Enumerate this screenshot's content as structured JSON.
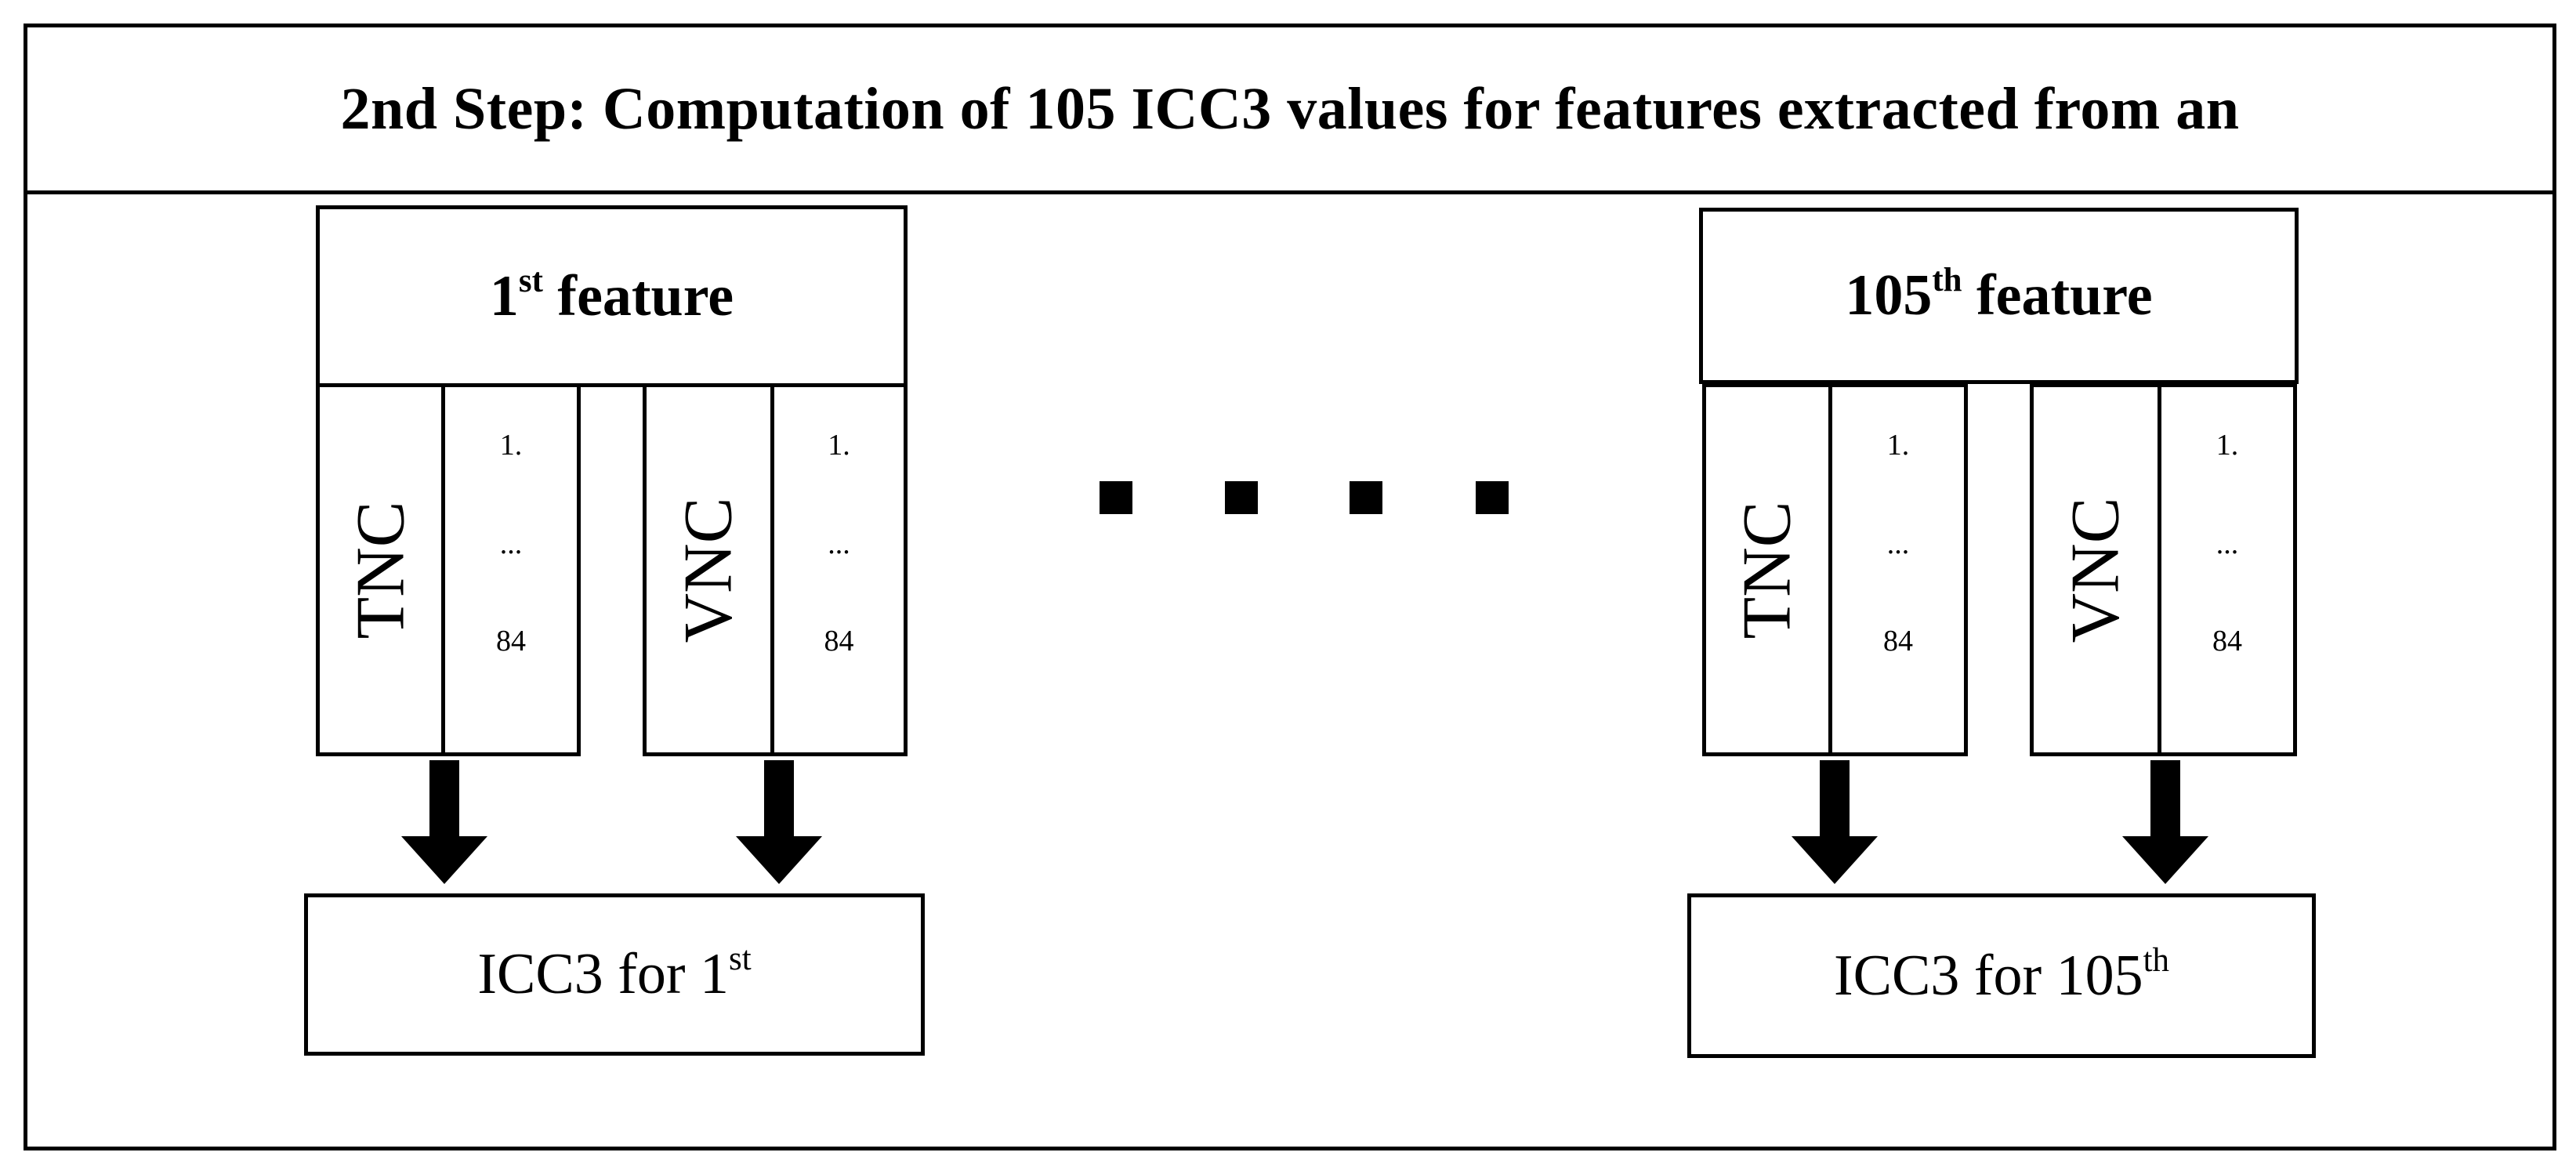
{
  "title": "2nd Step: Computation of 105 ICC3 values for features extracted from an",
  "feature_blocks": [
    {
      "header_num": "1",
      "header_sup": "st",
      "header_word": "feature",
      "groups": [
        {
          "label": "TNC",
          "rows": [
            "1.",
            "...",
            "84"
          ]
        },
        {
          "label": "VNC",
          "rows": [
            "1.",
            "...",
            "84"
          ]
        }
      ],
      "result_prefix": "ICC3 for 1",
      "result_sup": "st"
    },
    {
      "header_num": "105",
      "header_sup": "th",
      "header_word": "feature",
      "groups": [
        {
          "label": "TNC",
          "rows": [
            "1.",
            "...",
            "84"
          ]
        },
        {
          "label": "VNC",
          "rows": [
            "1.",
            "...",
            "84"
          ]
        }
      ],
      "result_prefix": "ICC3 for 105",
      "result_sup": "th"
    }
  ]
}
